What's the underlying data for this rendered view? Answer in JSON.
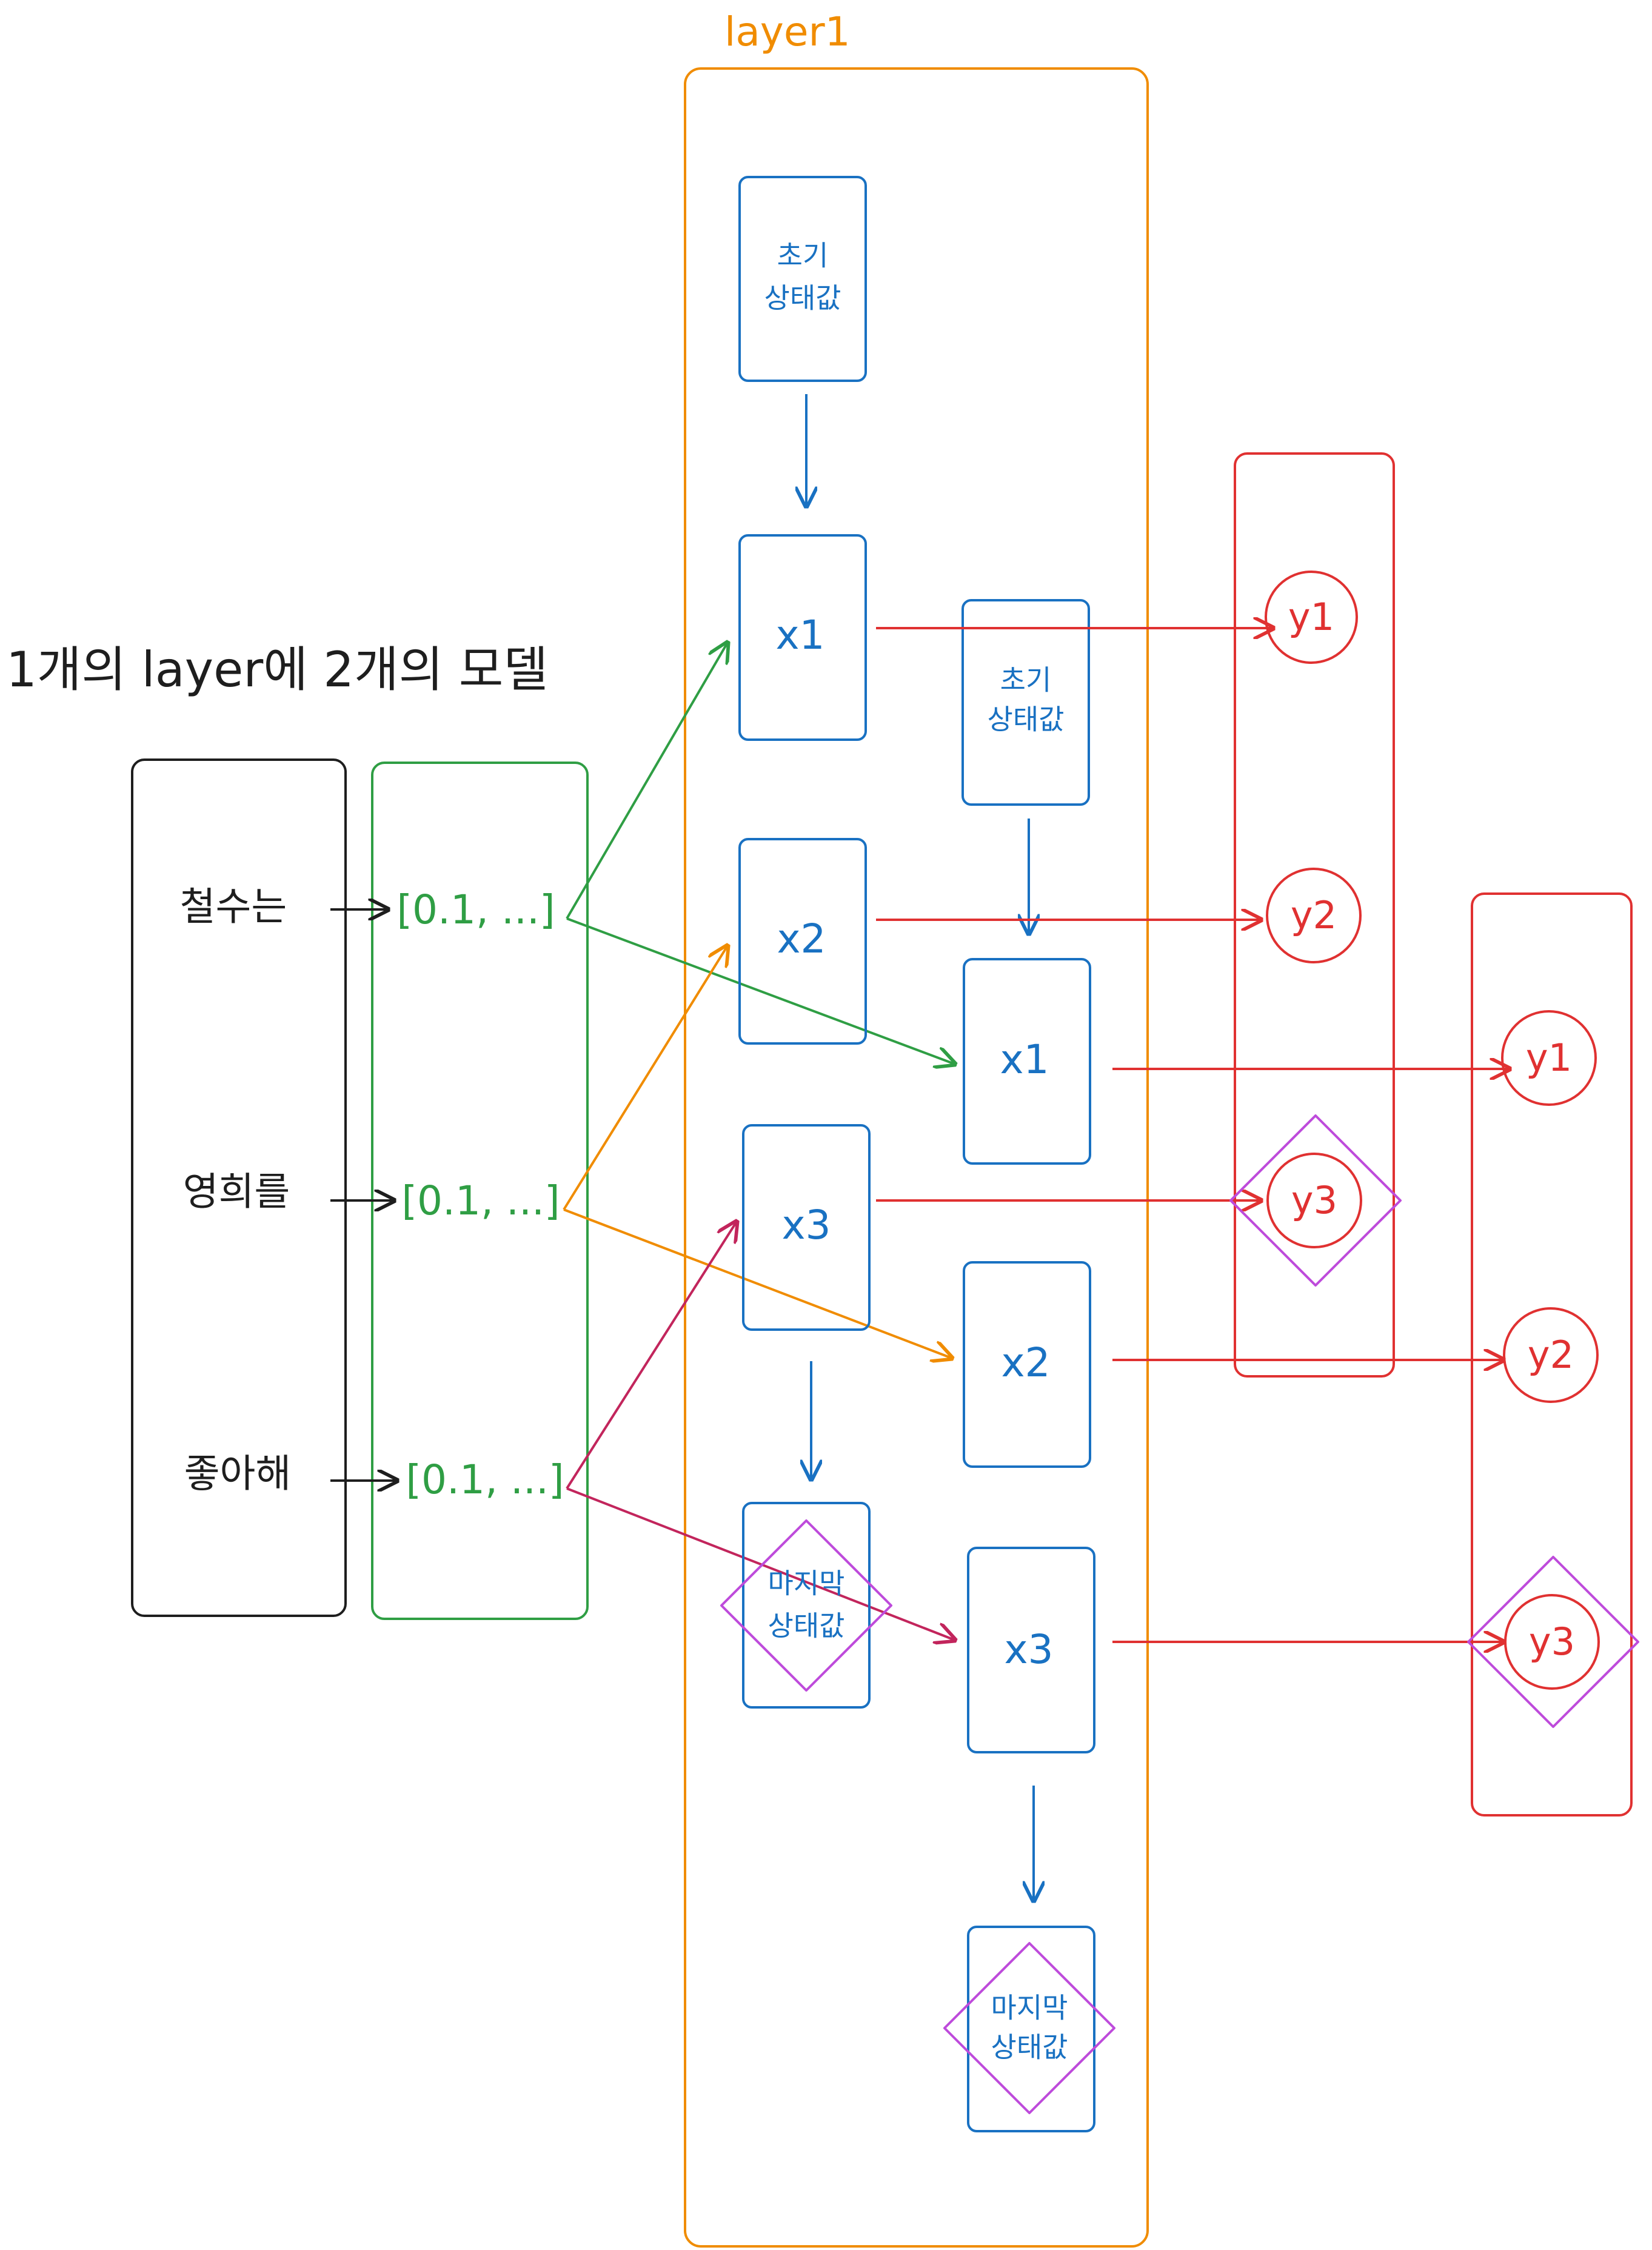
{
  "title": "1개의 layer에 2개의 모델",
  "layer_label": "layer1",
  "tokens": [
    "철수는",
    "영희를",
    "좋아해"
  ],
  "embeddings": [
    "[0.1, ...]",
    "[0.1, ...]",
    "[0.1, ...]"
  ],
  "model1": {
    "initial_state": [
      "초기",
      "상태값"
    ],
    "cells": [
      "x1",
      "x2",
      "x3"
    ],
    "final_state": [
      "마지막",
      "상태값"
    ],
    "outputs": [
      "y1",
      "y2",
      "y3"
    ]
  },
  "model2": {
    "initial_state": [
      "초기",
      "상태값"
    ],
    "cells": [
      "x1",
      "x2",
      "x3"
    ],
    "final_state": [
      "마지막",
      "상태값"
    ],
    "outputs": [
      "y1",
      "y2",
      "y3"
    ]
  },
  "colors": {
    "black": "#1e1e1e",
    "green": "#2f9e44",
    "orange": "#f08c00",
    "blue": "#1971c2",
    "red": "#e03131",
    "purple": "#be4bdb",
    "crimson": "#c2255c"
  }
}
